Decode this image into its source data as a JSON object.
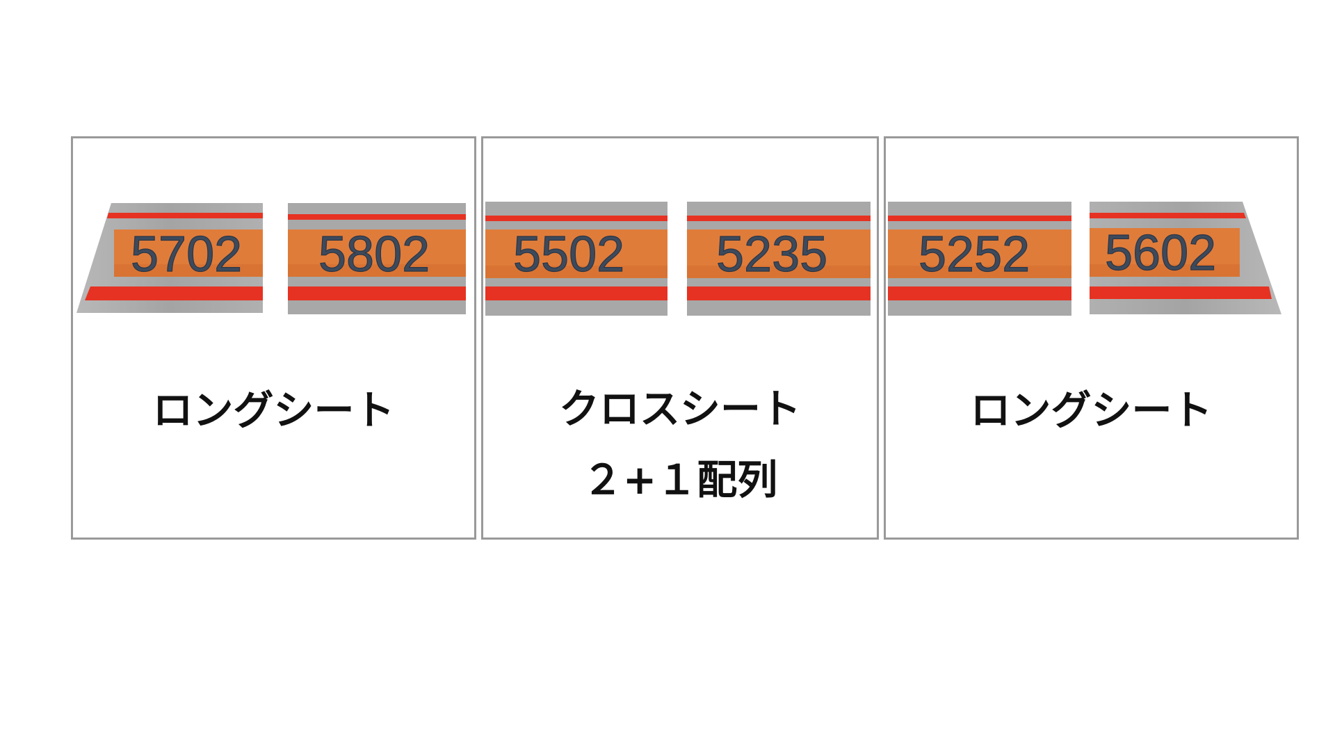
{
  "colors": {
    "body_gray": "#a8a8a8",
    "band_orange": "#e07c3a",
    "stripe_red": "#e63222",
    "panel_border": "#999999",
    "number_text": "#3d4a5c"
  },
  "groups": [
    {
      "seat_label": "ロングシート",
      "cars": [
        {
          "number": "5702",
          "shape": "cab-left"
        },
        {
          "number": "5802",
          "shape": "middle"
        }
      ]
    },
    {
      "seat_label": "クロスシート\n２+１配列",
      "cars": [
        {
          "number": "5502",
          "shape": "middle"
        },
        {
          "number": "5235",
          "shape": "middle"
        }
      ]
    },
    {
      "seat_label": "ロングシート",
      "cars": [
        {
          "number": "5252",
          "shape": "middle"
        },
        {
          "number": "5602",
          "shape": "cab-right"
        }
      ]
    }
  ]
}
